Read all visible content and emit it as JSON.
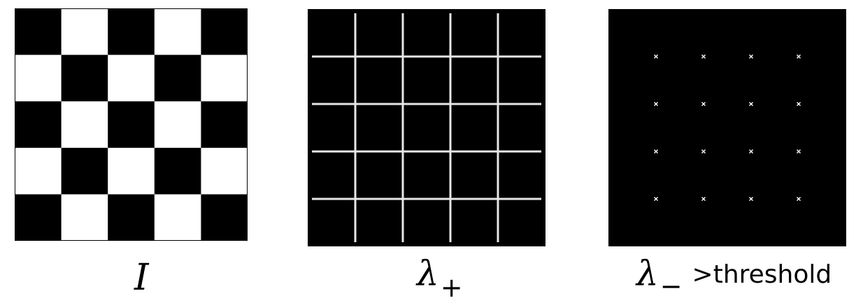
{
  "panels": {
    "checkerboard": {
      "rows": 5,
      "cols": 5,
      "first_cell": "black"
    },
    "lambda_plus": {
      "lines_per_axis": 4
    },
    "lambda_minus": {
      "points_per_axis": 4
    }
  },
  "captions": {
    "image": {
      "symbol": "I"
    },
    "lambda_plus": {
      "symbol": "λ",
      "subscript": "+"
    },
    "lambda_minus": {
      "symbol": "λ",
      "subscript": "−",
      "suffix": ">threshold"
    }
  },
  "colors": {
    "background": "#ffffff",
    "dark": "#000000",
    "light": "#ffffff",
    "line": "#e6e6e6"
  }
}
